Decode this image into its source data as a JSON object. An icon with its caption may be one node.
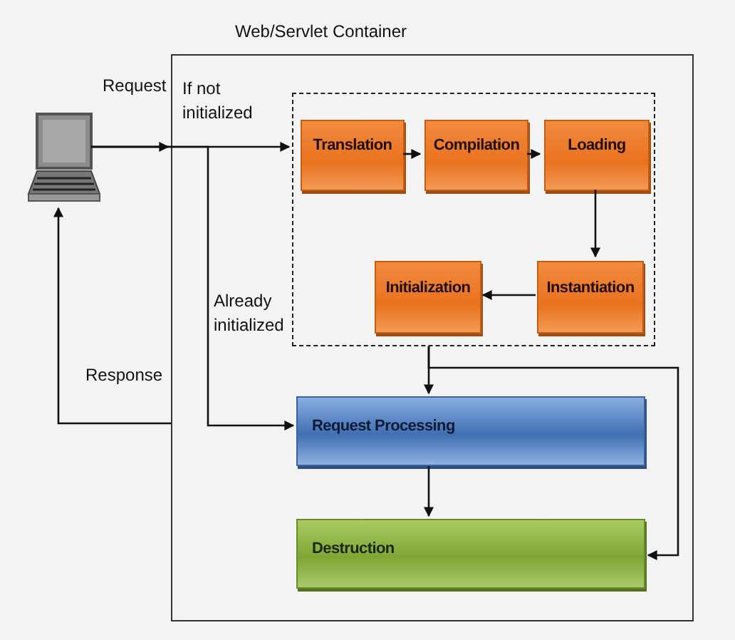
{
  "diagram": {
    "nodes": [
      {
        "text": [
          "Web/Servlet Container"
        ]
      },
      {
        "text": [],
        "shape": "computer"
      },
      {
        "text": [],
        "shape": "box",
        "in": 0
      },
      {
        "text": [
          "Translation"
        ],
        "in": 2
      },
      {
        "text": [
          "Compilation"
        ],
        "in": 2
      },
      {
        "text": [
          "Loading"
        ],
        "in": 2
      },
      {
        "text": [
          "Instantiation"
        ],
        "in": 2
      },
      {
        "text": [
          "Initialization"
        ],
        "in": 2
      },
      {
        "text": [
          "Request Processing"
        ],
        "in": 0
      },
      {
        "text": [
          "Destruction"
        ],
        "in": 0
      }
    ],
    "edges": [
      {
        "from": 1,
        "to": 0,
        "arrow": "to",
        "label": "Request"
      },
      {
        "from": 1,
        "to": 2,
        "arrow": "to",
        "label": "If not initialized"
      },
      {
        "from": 1,
        "to": 8,
        "arrow": "to",
        "label": "Already initialized"
      },
      {
        "from": 3,
        "to": 4,
        "arrow": "to"
      },
      {
        "from": 4,
        "to": 5,
        "arrow": "to"
      },
      {
        "from": 5,
        "to": 6,
        "arrow": "to"
      },
      {
        "from": 6,
        "to": 7,
        "arrow": "to"
      },
      {
        "from": 2,
        "to": 8,
        "arrow": "to"
      },
      {
        "from": 2,
        "to": 9,
        "arrow": "to"
      },
      {
        "from": 8,
        "to": 9,
        "arrow": "to"
      },
      {
        "from": 0,
        "to": 1,
        "arrow": "to",
        "label": "Response"
      }
    ]
  }
}
